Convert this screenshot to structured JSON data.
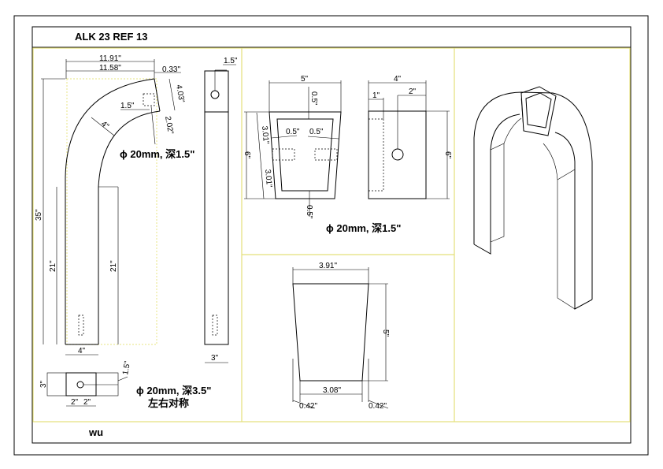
{
  "title": "ALK 23 REF 13",
  "author": "wu",
  "front_view": {
    "dim_total_width": "11.91\"",
    "dim_inner_width": "11.58\"",
    "dim_offset": "0.33\"",
    "dim_end_height": "4.03\"",
    "dim_hole_offset": "1.5\"",
    "dim_hole_height": "2.02\"",
    "dim_arm_thickness": "4\"",
    "dim_total_height": "35\"",
    "dim_leg_height_left": "21\"",
    "dim_leg_height_right": "21\"",
    "dim_leg_width": "4\"",
    "hole_note": "ϕ 20mm, 深1.5\""
  },
  "side_view": {
    "dim_hole_offset": "1.5\"",
    "dim_width": "3\""
  },
  "bottom_view": {
    "dim_height": "3\"",
    "dim_left": "2\"",
    "dim_right": "2\"",
    "dim_depth": "1.5\"",
    "hole_note": "ϕ 20mm, 深3.5\"",
    "symmetry_note": "左右对称"
  },
  "cap_front": {
    "dim_top": "5\"",
    "dim_wall_top": "0.5\"",
    "dim_wall_bottom": "0.5\"",
    "dim_wall_left": "0.5\"",
    "dim_wall_right": "0.5\"",
    "dim_side_upper": "3.01\"",
    "dim_side_lower": "3.01\"",
    "dim_height": "6\""
  },
  "cap_side": {
    "dim_width": "4\"",
    "dim_wall": "1\"",
    "dim_hole": "2\"",
    "dim_height": "6\""
  },
  "cap_note": "ϕ 20mm, 深1.5\"",
  "cap_top": {
    "dim_top": "3.91\"",
    "dim_bottom": "3.08\"",
    "dim_height": "5\"",
    "dim_left_offset": "0.42\"",
    "dim_right_offset": "0.42\""
  }
}
